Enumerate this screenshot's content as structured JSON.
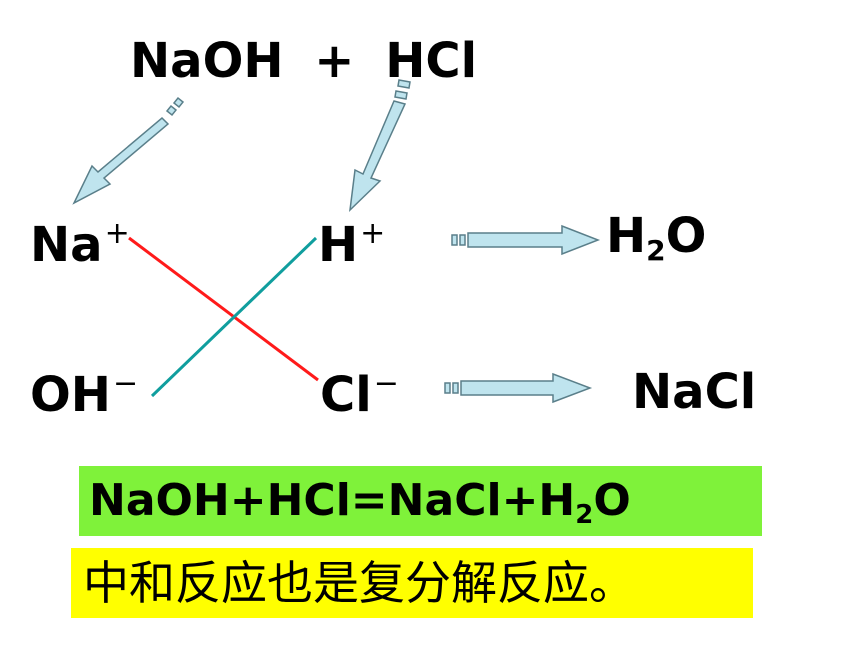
{
  "equation": {
    "left": "NaOH",
    "plus": "+",
    "right": "HCl"
  },
  "ions": {
    "na": {
      "base": "Na",
      "charge": "+"
    },
    "h": {
      "base": "H",
      "charge": "+"
    },
    "oh": {
      "base": "OH",
      "charge": "−"
    },
    "cl": {
      "base": "Cl",
      "charge": "−"
    }
  },
  "products": {
    "water": {
      "base_h": "H",
      "subscript": "2",
      "base_o": "O"
    },
    "salt": "NaCl"
  },
  "net_equation": {
    "part1": "NaOH+HCl=NaCl+H",
    "subscript": "2",
    "part2": "O"
  },
  "conclusion": "中和反应也是复分解反应。",
  "colors": {
    "red_line": "#ff1a1a",
    "teal_line": "#109e9e",
    "arrow_fill": "#bfe4ee",
    "arrow_stroke": "#5a7f8a",
    "green_box": "#7ff23a",
    "yellow_box": "#ffff00"
  }
}
